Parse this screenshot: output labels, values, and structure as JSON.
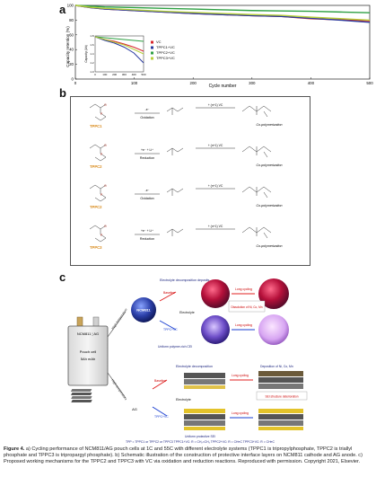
{
  "panels": {
    "a": "a",
    "b": "b",
    "c": "c"
  },
  "chart_data": {
    "type": "line",
    "xlabel": "Cycle number",
    "ylabel": "Capacity retention (%)",
    "xlim": [
      0,
      500
    ],
    "ylim": [
      0,
      100
    ],
    "xticks": [
      "0",
      "100",
      "200",
      "300",
      "400",
      "500"
    ],
    "yticks": [
      "0",
      "20",
      "40",
      "60",
      "80",
      "100"
    ],
    "legend": [
      "VC",
      "TPPC1+VC",
      "TPPC2+VC",
      "TPPC3+VC"
    ],
    "legend_position": "inside-bottom-right",
    "colors": [
      "#d7262c",
      "#2a3a9f",
      "#2ea043",
      "#b7cf3a"
    ],
    "series": [
      {
        "name": "VC",
        "x": [
          0,
          25,
          50,
          100,
          150,
          200,
          250,
          300,
          350,
          400,
          450,
          500
        ],
        "values": [
          100,
          97,
          95,
          93,
          91,
          89,
          87.5,
          86,
          85,
          82,
          80.5,
          79
        ]
      },
      {
        "name": "TPPC1+VC",
        "x": [
          0,
          25,
          50,
          100,
          150,
          200,
          250,
          300,
          350,
          400,
          450,
          500
        ],
        "values": [
          100,
          97,
          95,
          93,
          91,
          89,
          87.5,
          86,
          85,
          82.5,
          80,
          77
        ]
      },
      {
        "name": "TPPC2+VC",
        "x": [
          0,
          25,
          50,
          100,
          150,
          200,
          250,
          300,
          350,
          400,
          450,
          500
        ],
        "values": [
          100,
          99,
          98,
          97,
          96,
          95,
          94,
          93,
          92.5,
          92,
          91,
          90
        ]
      },
      {
        "name": "TPPC3+VC",
        "x": [
          0,
          25,
          50,
          100,
          150,
          200,
          250,
          300,
          350,
          400,
          450,
          500
        ],
        "values": [
          100,
          97.5,
          96,
          94,
          92,
          90.5,
          89,
          87.5,
          86.5,
          84,
          82,
          80
        ]
      }
    ],
    "inset": {
      "ylabel": "Capacity (Ah)",
      "xticks": [
        "0",
        "100",
        "200",
        "300",
        "400",
        "500"
      ],
      "yticks": [
        "1.8",
        "1.6",
        "1.4",
        "1.2",
        "1.0"
      ],
      "ylim": [
        1.0,
        1.8
      ],
      "series": [
        {
          "name": "VC",
          "values": [
            1.78,
            1.72,
            1.68,
            1.62,
            1.55,
            1.46
          ]
        },
        {
          "name": "TPPC1+VC",
          "values": [
            1.78,
            1.7,
            1.64,
            1.55,
            1.42,
            1.2
          ]
        },
        {
          "name": "TPPC2+VC",
          "values": [
            1.78,
            1.76,
            1.74,
            1.72,
            1.7,
            1.68
          ]
        },
        {
          "name": "TPPC3+VC",
          "values": [
            1.78,
            1.72,
            1.66,
            1.6,
            1.5,
            1.4
          ]
        }
      ]
    }
  },
  "scheme_b": {
    "rows": [
      {
        "reagent": "TPPC1",
        "step": "Oxidation",
        "step_sign": "-e⁻",
        "vc": "+ (n+1) VC",
        "product": "Co-polymerization"
      },
      {
        "reagent": "TPPC2",
        "step": "Reduction",
        "step_sign": "+e⁻ + Li⁺",
        "vc": "+ (n+1) VC",
        "product": "Co-polymerization"
      },
      {
        "reagent": "TPPC2",
        "step": "Oxidation",
        "step_sign": "-e⁻",
        "vc": "+ (n+1) VC",
        "product": "Co-polymerization"
      },
      {
        "reagent": "TPPC3",
        "step": "Reduction",
        "step_sign": "+e⁻ + Li⁺",
        "vc": "+ (n+1) VC",
        "product": "Co-polymerization"
      }
    ]
  },
  "scheme_c": {
    "cell": {
      "title": "NCM811 ¦ AG",
      "label1": "Pouch cell",
      "label2": "5Ah mAh"
    },
    "top_labels": {
      "electrolyte_decomp": "Electrolyte decomposition deposits",
      "ncm811": "NCM811",
      "electrolyte": "Electrolyte",
      "cei": "Uniform polymer-rich CEI",
      "long_cycling_1": "Long cycling",
      "long_cycling_2": "Long cycling",
      "dissolution": "Dissolution of Ni, Co, Mn",
      "baseline": "Baseline",
      "tppc": "TPPC+VC"
    },
    "bottom_labels": {
      "electrolyte_decomp": "Electrolyte decomposition",
      "deposition": "Deposition of Ni, Co, Mn",
      "sei_deterioration": "SEI structure deterioration",
      "ag": "AG",
      "electrolyte": "Electrolyte",
      "sei": "Uniform protective SEI",
      "long_cycling_1": "Long cycling",
      "long_cycling_2": "Long cycling",
      "baseline": "Baseline",
      "tppc": "TPPC+VC"
    },
    "side_labels": {
      "high_temp1": "High temperature",
      "high_temp2": "High temperature"
    },
    "legend_footer": "TPP = TPPC1 or TPPC2 or TPPC3   TPPC1+VC: R = CH₂=CH₂   TPPC2+VC: R = CH≡C   TPPC3+VC: R = CH≡C"
  },
  "caption": {
    "lead": "Figure 4.",
    "text": " a) Cycling performance of NCM811/AG pouch cells at 1C and 55C with different electrolyte systems (TPPC1 is tripropylphosphate, TPPC2 is triallyl phosphate and TPPC3 is tripropargyl phosphate). b) Schematic illustration of the construction of protective interface layers on NCM811 cathode and AG anode. c) Proposed working mechanisms for the TPPC2 and TPPC3 with VC via oxidation and reduction reactions. Reproduced with permission. Copyright 2021, Elsevier."
  }
}
